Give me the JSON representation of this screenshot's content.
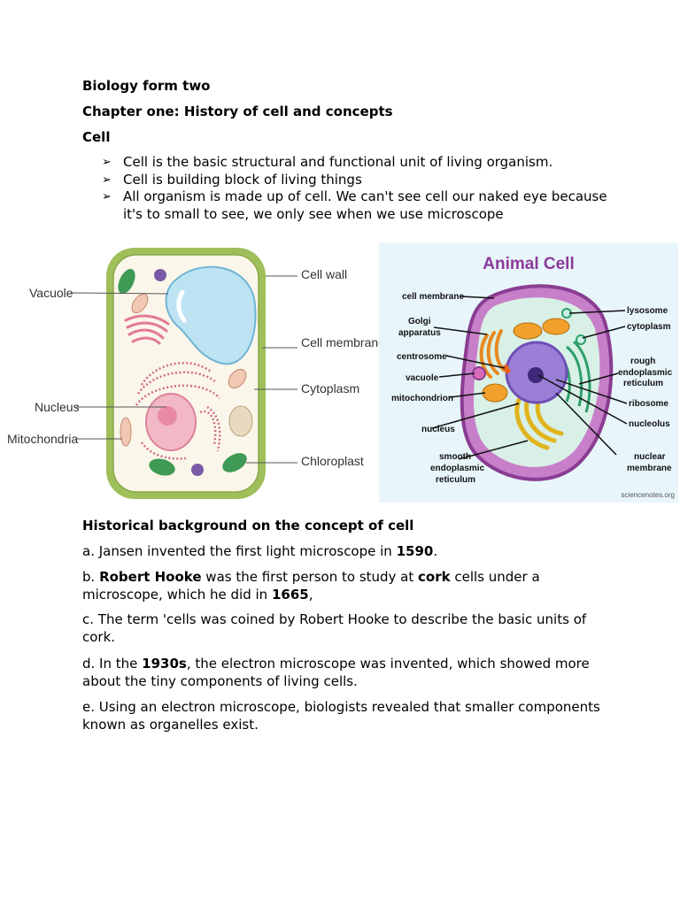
{
  "document": {
    "title": "Biology form two",
    "chapter": "Chapter one: History of cell and concepts",
    "section": "Cell",
    "bullets": [
      "Cell is the basic structural and functional unit of living organism.",
      "Cell is building block of living things",
      "All organism is made up of cell. We can't see cell our naked eye because it's to small to see, we only see when we use microscope"
    ],
    "bullet_marker": "➢"
  },
  "plant_cell": {
    "labels": {
      "vacuole": "Vacuole",
      "nucleus": "Nucleus",
      "mitochondria": "Mitochondria",
      "cell_wall": "Cell wall",
      "cell_membrane": "Cell membrane",
      "cytoplasm": "Cytoplasm",
      "chloroplast": "Chloroplast"
    },
    "colors": {
      "wall": "#9fbf5a",
      "cytoplasm": "#fbf6ea",
      "vacuole": "#bde3f3",
      "nucleus": "#f3b8c6",
      "chloroplast": "#3f9a55"
    }
  },
  "animal_cell": {
    "title": "Animal Cell",
    "credit": "sciencenotes.org",
    "labels": {
      "cell_membrane": "cell membrane",
      "golgi_1": "Golgi",
      "golgi_2": "apparatus",
      "centrosome": "centrosome",
      "vacuole": "vacuole",
      "mitochondrion": "mitochondrion",
      "nucleus": "nucleus",
      "smooth_er_1": "smooth",
      "smooth_er_2": "endoplasmic",
      "smooth_er_3": "reticulum",
      "lysosome": "lysosome",
      "cytoplasm": "cytoplasm",
      "rough_er_1": "rough",
      "rough_er_2": "endoplasmic",
      "rough_er_3": "reticulum",
      "ribosome": "ribosome",
      "nucleolus": "nucleolus",
      "nuclear_membrane_1": "nuclear",
      "nuclear_membrane_2": "membrane"
    },
    "colors": {
      "background": "#e8f6fb",
      "title": "#8b3a9a",
      "membrane": "#8a3d92",
      "nucleus": "#9b7fd6"
    }
  },
  "history": {
    "heading": "Historical background on the concept of cell",
    "a": {
      "t1": "a. Jansen invented the first light microscope in ",
      "b1": "1590",
      "t2": "."
    },
    "b": {
      "t1": "b. ",
      "b1": "Robert Hooke",
      "t2": " was the first person to study at ",
      "b2": "cork",
      "t3": " cells under a microscope, which he did in ",
      "b3": "1665",
      "t4": ","
    },
    "c": {
      "t1": "c. The term 'cells was coined by Robert Hooke to describe the basic units of cork."
    },
    "d": {
      "t1": "d. In the ",
      "b1": "1930s",
      "t2": ", the electron microscope was invented, which showed more about the tiny components of living cells."
    },
    "e": {
      "t1": "e. Using an electron microscope, biologists revealed that smaller components known as organelles exist."
    }
  }
}
